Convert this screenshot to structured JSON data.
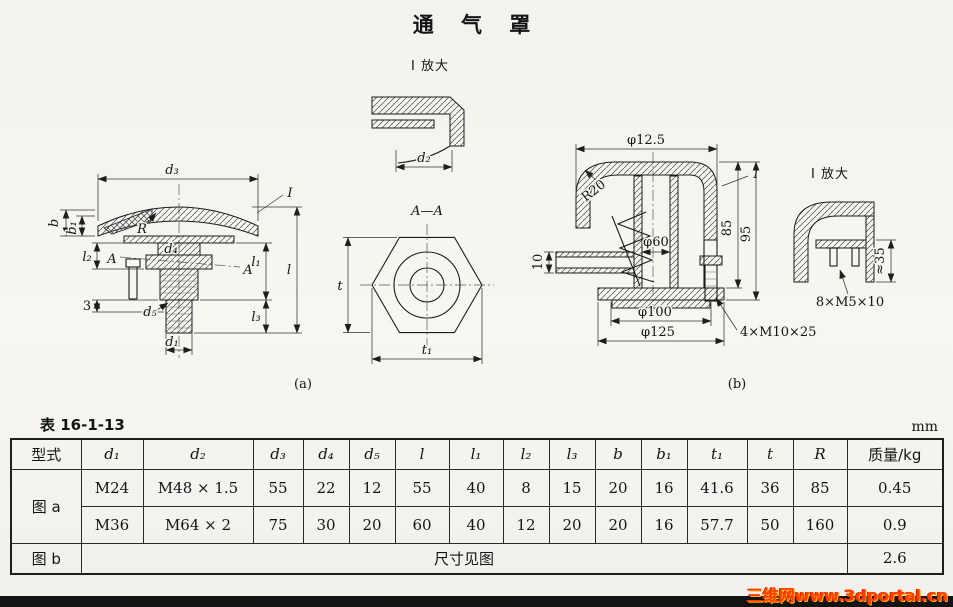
{
  "page": {
    "title": "通 气 罩",
    "watermark": "三维网www.3dportal.cn"
  },
  "figure_a": {
    "caption": "(a)",
    "detail_ref": "I",
    "dims": {
      "d3": "d₃",
      "b": "b",
      "b1": "b₁",
      "R": "R",
      "A_left": "A",
      "A_right": "A",
      "l2": "l₂",
      "three": "3",
      "d4": "d₄",
      "d5": "d₅",
      "d1": "d₁",
      "l1": "l₁",
      "l": "l",
      "l3": "l₃"
    }
  },
  "detail_top": {
    "label": "I 放大",
    "d2": "d₂"
  },
  "section_aa": {
    "label": "A—A",
    "t": "t",
    "t1": "t₁"
  },
  "figure_b": {
    "caption": "(b)",
    "detail_ref": "I",
    "dims": {
      "phi12_5": "φ12.5",
      "r20": "R20",
      "phi60": "φ60",
      "ten": "10",
      "phi100": "φ100",
      "phi125": "φ125",
      "bolts": "4×M10×25",
      "h85": "85",
      "h95": "95"
    }
  },
  "detail_right": {
    "label": "I 放大",
    "approx35": "≈35",
    "screws": "8×M5×10"
  },
  "table": {
    "caption": "表 16-1-13",
    "unit": "mm",
    "headers": [
      "型式",
      "d₁",
      "d₂",
      "d₃",
      "d₄",
      "d₅",
      "l",
      "l₁",
      "l₂",
      "l₃",
      "b",
      "b₁",
      "t₁",
      "t",
      "R",
      "质量/kg"
    ],
    "rows": {
      "a_label": "图 a",
      "a1": [
        "M24",
        "M48 × 1.5",
        "55",
        "22",
        "12",
        "55",
        "40",
        "8",
        "15",
        "20",
        "16",
        "41.6",
        "36",
        "85",
        "0.45"
      ],
      "a2": [
        "M36",
        "M64 × 2",
        "75",
        "30",
        "20",
        "60",
        "40",
        "12",
        "20",
        "20",
        "16",
        "57.7",
        "50",
        "160",
        "0.9"
      ],
      "b_label": "图 b",
      "b_note": "尺寸见图",
      "b_mass": "2.6"
    }
  }
}
